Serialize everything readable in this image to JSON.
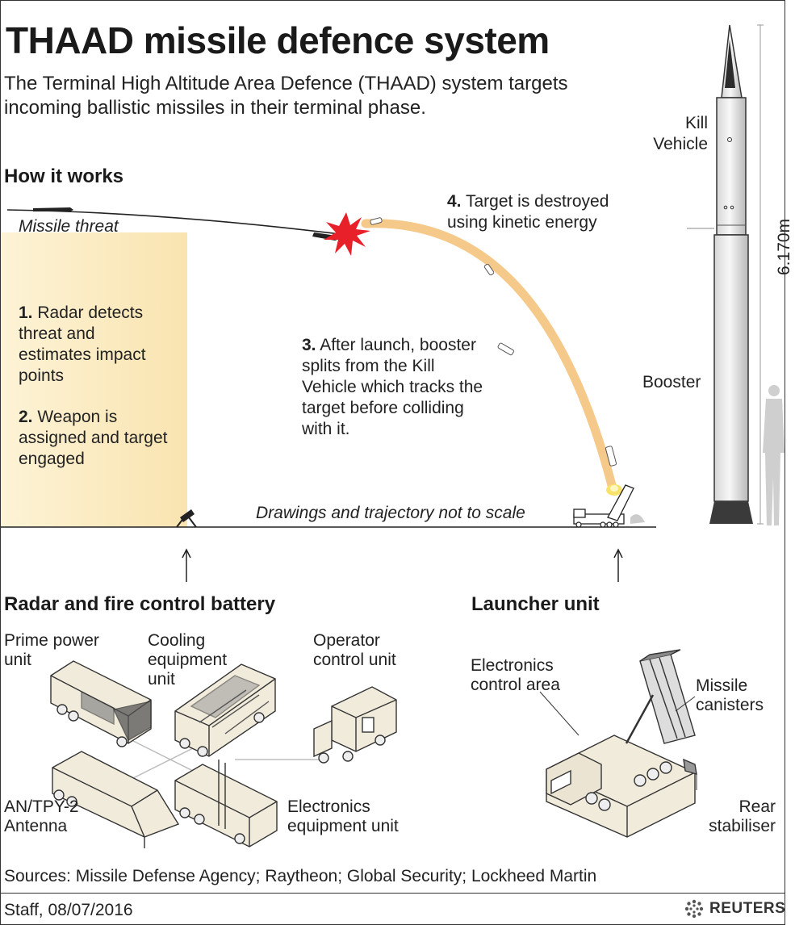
{
  "header": {
    "title": "THAAD missile defence system",
    "subtitle": "The Terminal High Altitude Area Defence (THAAD) system targets incoming ballistic missiles in their terminal phase."
  },
  "how_it_works": {
    "heading": "How it works",
    "missile_threat": "Missile threat",
    "step1_num": "1.",
    "step1_text": " Radar detects threat and estimates impact points",
    "step2_num": "2.",
    "step2_text": " Weapon is assigned and target engaged",
    "step3_num": "3.",
    "step3_text": " After launch, booster splits from the Kill Vehicle which tracks the target before colliding with it.",
    "step4_num": "4.",
    "step4_text": " Target is destroyed using kinetic energy",
    "scale_note": "Drawings and trajectory not to scale"
  },
  "missile": {
    "kill_vehicle": "Kill Vehicle",
    "booster": "Booster",
    "length": "6.170m"
  },
  "radar_battery": {
    "heading": "Radar and fire control battery",
    "prime_power": "Prime power unit",
    "cooling": "Cooling equipment unit",
    "operator": "Operator control unit",
    "antenna": "AN/TPY-2 Antenna",
    "electronics_equipment": "Electronics equipment unit"
  },
  "launcher_unit": {
    "heading": "Launcher unit",
    "electronics_control": "Electronics control area",
    "missile_canisters": "Missile canisters",
    "rear_stabiliser": "Rear stabiliser"
  },
  "footer": {
    "sources": "Sources: Missile Defense Agency; Raytheon; Global Security; Lockheed Martin",
    "credit": "Staff, 08/07/2016",
    "brand": "REUTERS"
  },
  "colors": {
    "beam": "#fbecc2",
    "trajectory": "#f5c98a",
    "explosion": "#e8202a",
    "vehicle_fill": "#f1ebdc",
    "line": "#333333"
  }
}
